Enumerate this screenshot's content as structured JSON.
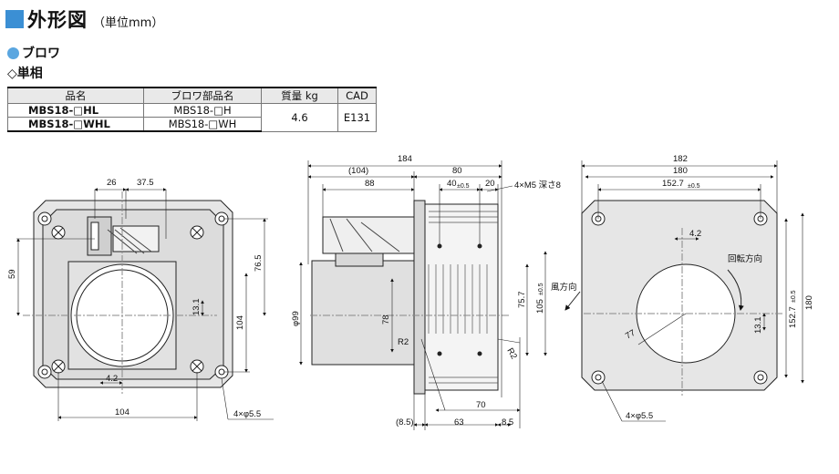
{
  "header": {
    "title": "外形図",
    "unit": "（単位mm）"
  },
  "section": {
    "blower": "ブロワ",
    "phase": "◇単相"
  },
  "table": {
    "headers": [
      "品名",
      "ブロワ部品名",
      "質量 kg",
      "CAD"
    ],
    "rows": [
      {
        "product": "MBS18-□HL",
        "part": "MBS18-□H"
      },
      {
        "product": "MBS18-□WHL",
        "part": "MBS18-□WH"
      }
    ],
    "mass": "4.6",
    "cad": "E131"
  },
  "front_view": {
    "d26": "26",
    "d37_5": "37.5",
    "d59": "59",
    "d76_5": "76.5",
    "d13_1": "13.1",
    "d104v": "104",
    "d4_2": "4.2",
    "d104h": "104",
    "holes": "4×φ5.5"
  },
  "side_view": {
    "d184": "184",
    "d104p": "(104)",
    "d80": "80",
    "d88": "88",
    "d40": "40",
    "tol05": "±0.5",
    "d20": "20",
    "screw": "4×M5 深さ8",
    "phi99": "φ99",
    "d78": "78",
    "d75_7": "75.7",
    "d105": "105",
    "r2a": "R2",
    "r2b": "R2",
    "d70": "70",
    "d8_5p": "(8.5)",
    "d63": "63",
    "d8_5": "8.5"
  },
  "back_view": {
    "d182": "182",
    "d180h": "180",
    "d152_7h": "152.7",
    "tol05": "±0.5",
    "d4_2": "4.2",
    "rotation": "回転方向",
    "airflow": "風方向",
    "d77": "77",
    "d13_1": "13.1",
    "d152_7v": "152.7",
    "d180v": "180",
    "holes": "4×φ5.5"
  }
}
